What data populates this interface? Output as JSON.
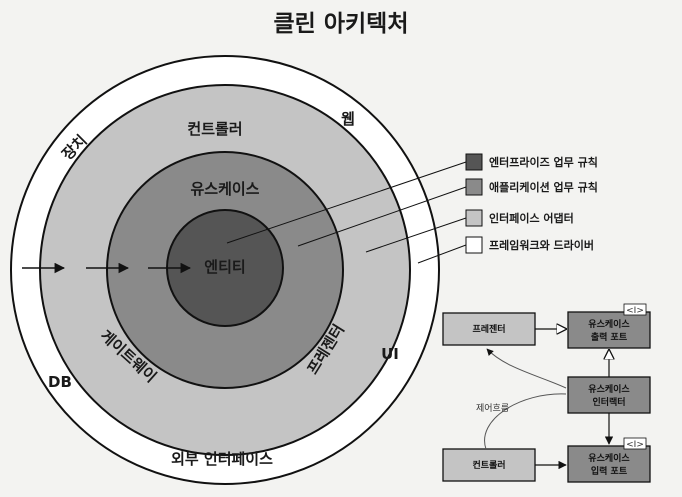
{
  "title": "클린 아키텍처",
  "rings": {
    "entities": "엔티티",
    "usecases": "유스케이스",
    "controller": "컨트롤러",
    "gateway": "게이트웨이",
    "presenter": "프레젠터",
    "devices": "장치",
    "web": "웹",
    "db": "DB",
    "ui": "UI",
    "external": "외부 인터페이스"
  },
  "legend": [
    {
      "label": "엔터프라이즈 업무 규칙",
      "color": "#555555"
    },
    {
      "label": "애플리케이션 업무 규칙",
      "color": "#8a8a8a"
    },
    {
      "label": "인터페이스 어댑터",
      "color": "#c4c4c4"
    },
    {
      "label": "프레임워크와 드라이버",
      "color": "#ffffff"
    }
  ],
  "flow": {
    "presenter": "프레젠터",
    "output_port": [
      "유스케이스",
      "출력 포트"
    ],
    "interactor": [
      "유스케이스",
      "인터랙터"
    ],
    "controller": "컨트롤러",
    "input_port": [
      "유스케이스",
      "입력 포트"
    ],
    "interface_mark": "<I>",
    "flow_label": "제어흐름"
  },
  "colors": {
    "entities": "#555555",
    "usecases": "#8a8a8a",
    "adapters": "#c4c4c4",
    "frameworks": "#ffffff"
  }
}
